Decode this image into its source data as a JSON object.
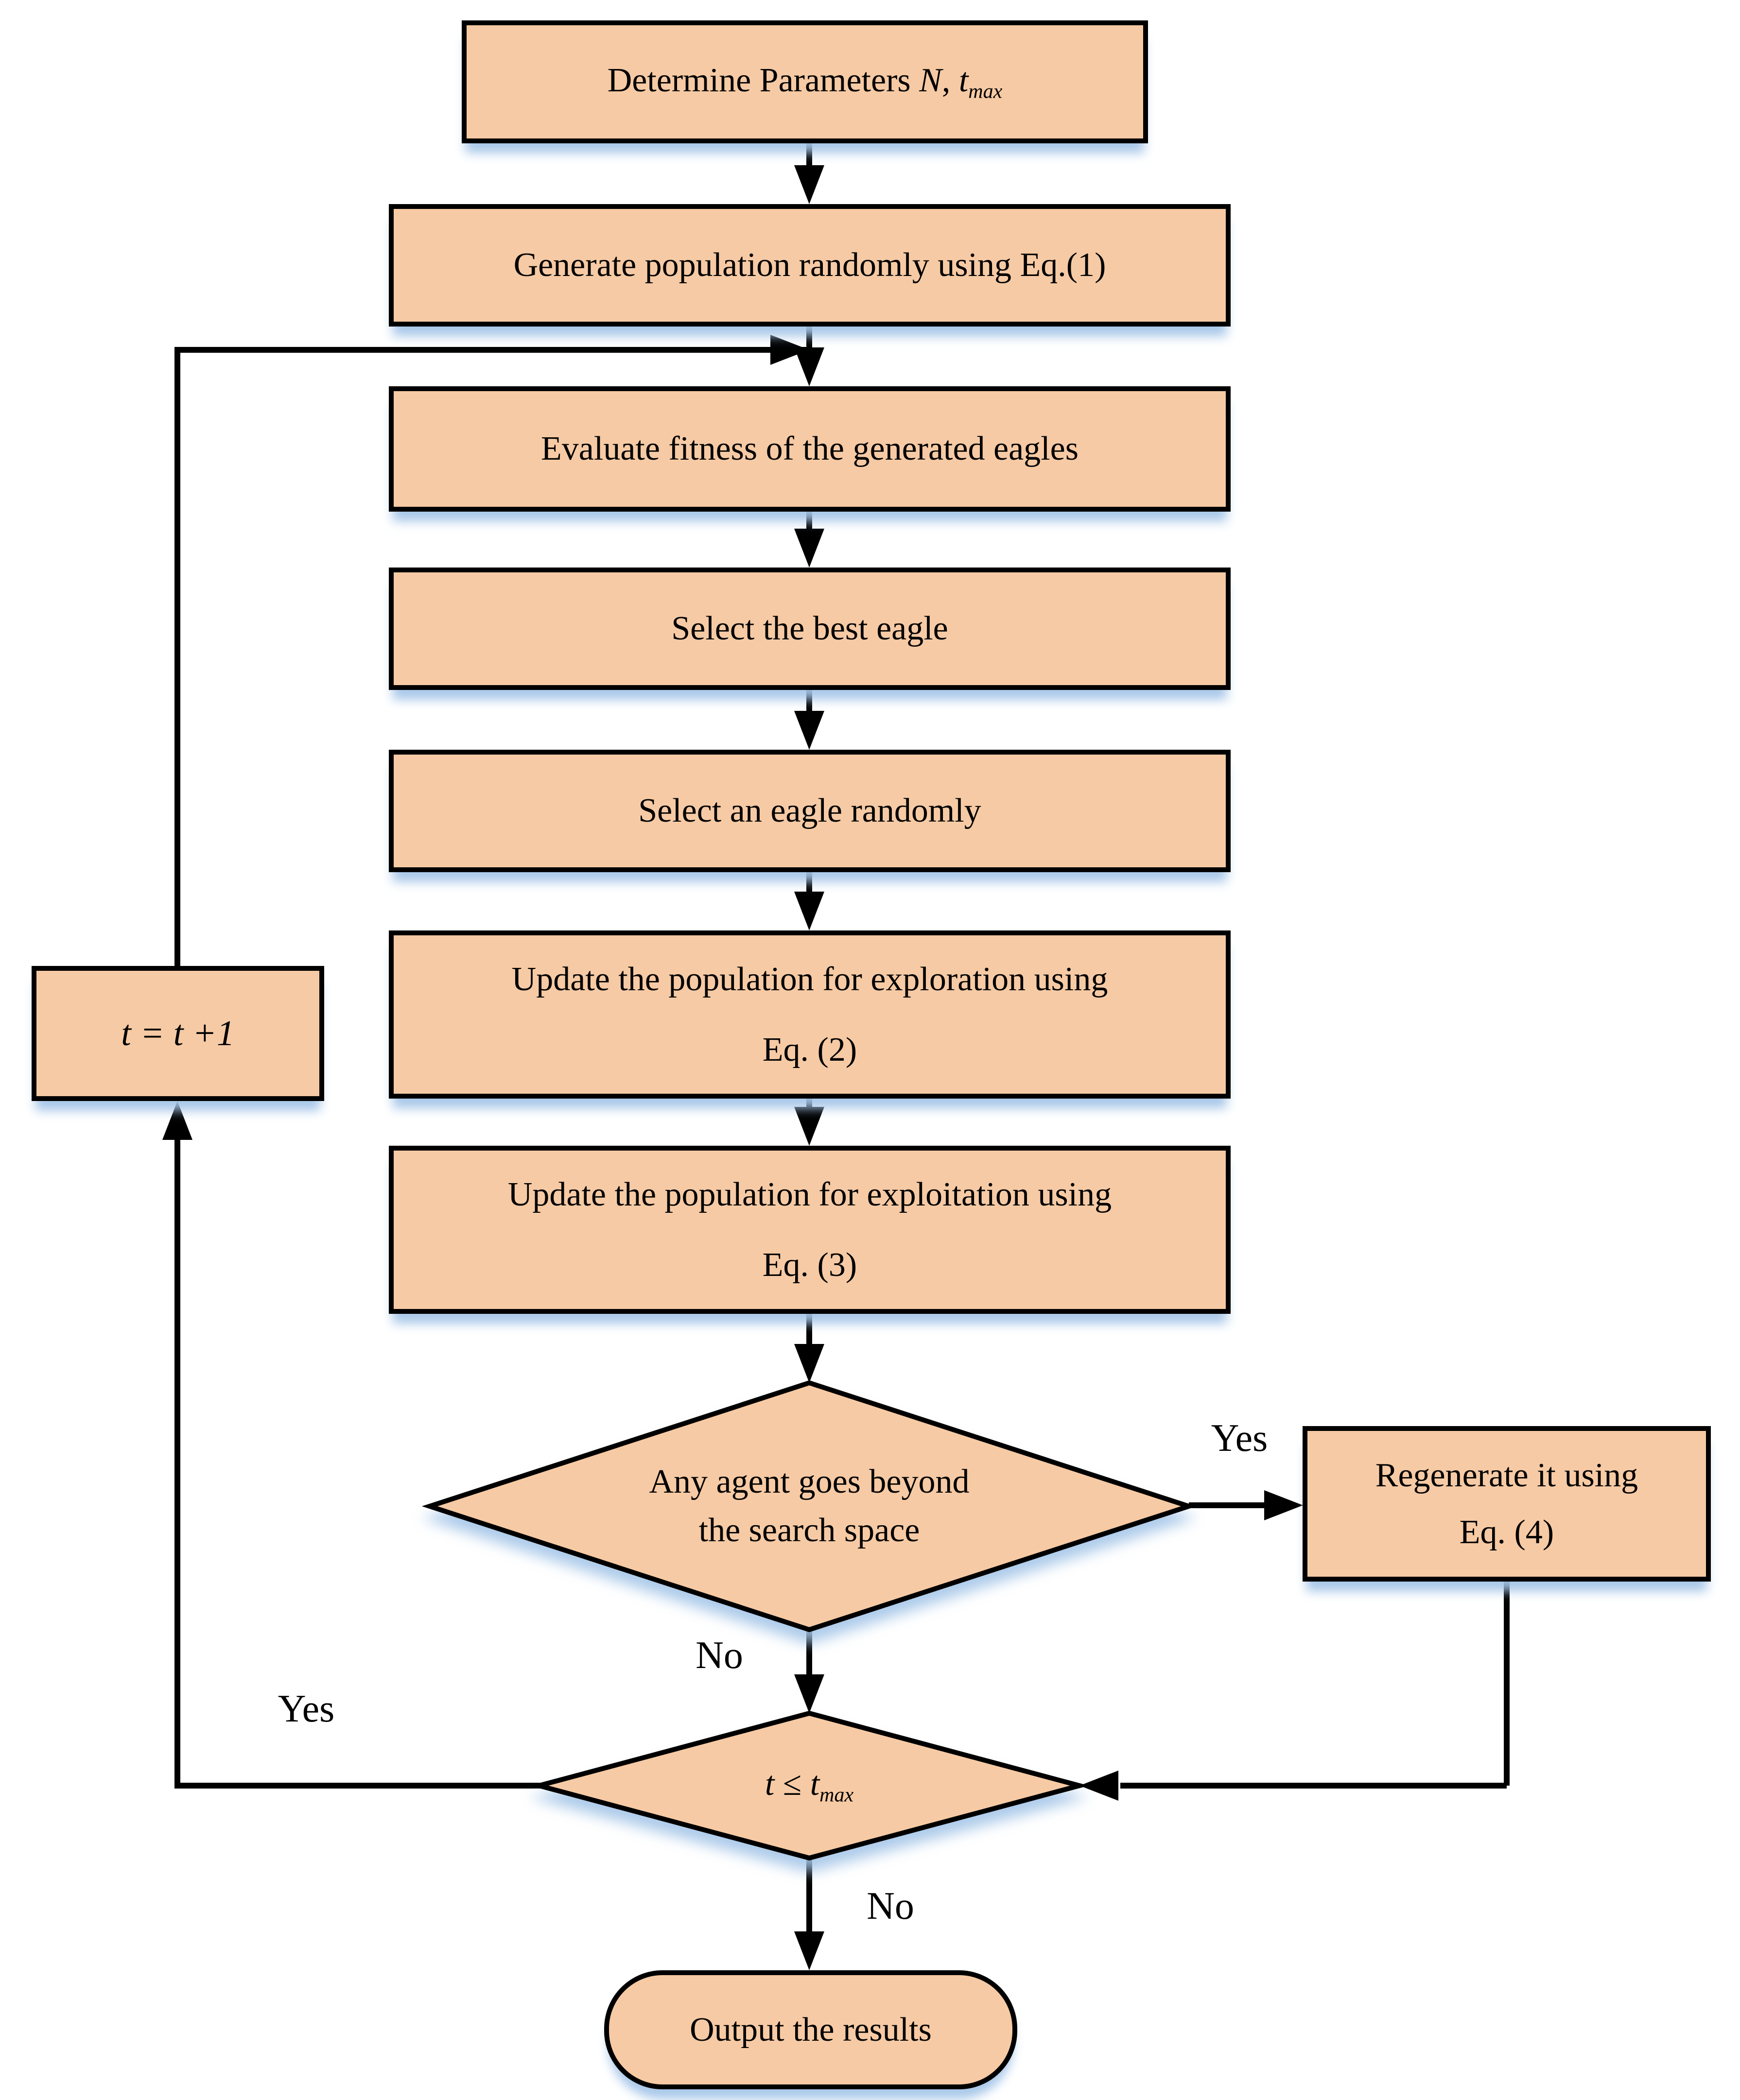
{
  "figure": {
    "kind": "flowchart",
    "palette": {
      "node_fill": "#f6caa4",
      "node_border": "#000000",
      "connector": "#000000",
      "shadow_tint": "#a4c5e8",
      "background": "#ffffff",
      "text": "#000000"
    },
    "nodes": {
      "determine_parameters": {
        "shape": "process",
        "parts": [
          {
            "t": "Determine Parameters ",
            "s": "n"
          },
          {
            "t": "N",
            "s": "i"
          },
          {
            "t": ", ",
            "s": "n"
          },
          {
            "t": "t",
            "s": "i"
          },
          {
            "t": "max",
            "s": "isub"
          }
        ]
      },
      "generate_population": {
        "shape": "process",
        "label": "Generate population randomly using Eq.(1)"
      },
      "evaluate_fitness": {
        "shape": "process",
        "label": "Evaluate fitness of the generated eagles"
      },
      "select_best_eagle": {
        "shape": "process",
        "label": "Select the best eagle"
      },
      "select_random_eagle": {
        "shape": "process",
        "label": "Select an eagle randomly"
      },
      "update_exploration": {
        "shape": "process",
        "line1": "Update the population for exploration using",
        "line2": "Eq. (2)"
      },
      "update_exploitation": {
        "shape": "process",
        "line1": "Update the population for exploitation using",
        "line2": "Eq. (3)"
      },
      "boundary_check": {
        "shape": "decision",
        "line1": "Any agent goes beyond",
        "line2": "the search space"
      },
      "regenerate": {
        "shape": "process",
        "line1": "Regenerate it using",
        "line2": "Eq. (4)"
      },
      "iteration_check": {
        "shape": "decision",
        "parts": [
          {
            "t": "t",
            "s": "i"
          },
          {
            "t": " ≤ ",
            "s": "n"
          },
          {
            "t": "t",
            "s": "i"
          },
          {
            "t": "max",
            "s": "isub"
          }
        ]
      },
      "increment_t": {
        "shape": "process",
        "parts": [
          {
            "t": "t = t +1",
            "s": "i"
          }
        ]
      },
      "output_results": {
        "shape": "terminator",
        "label": "Output the results"
      }
    },
    "edge_labels": {
      "boundary_yes": "Yes",
      "boundary_no": "No",
      "iteration_yes": "Yes",
      "iteration_no": "No"
    }
  }
}
